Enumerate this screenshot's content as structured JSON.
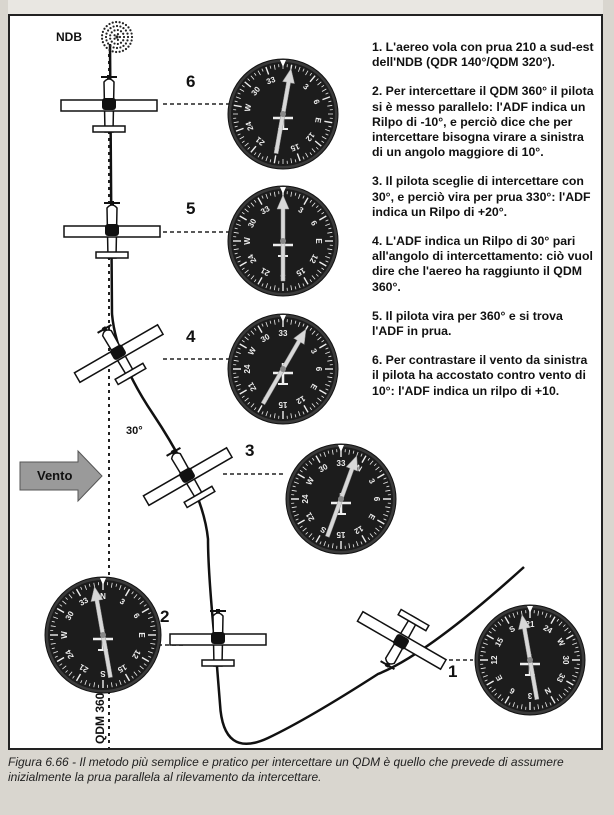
{
  "beacon_label": "NDB",
  "wind_label": "Vento",
  "angle_label": "30°",
  "track_label": "QDM 360°",
  "steps": [
    "1",
    "2",
    "3",
    "4",
    "5",
    "6"
  ],
  "notes": [
    "1. L'aereo vola con prua 210 a sud-est dell'NDB (QDR 140°/QDM 320°).",
    "2. Per intercettare il QDM 360° il pilota si è messo parallelo: l'ADF indica un Rilpo di -10°, e perciò dice che per intercettare bisogna virare a sinistra di un angolo maggiore di 10°.",
    "3. Il pilota sceglie di intercettare con 30°, e perciò vira per prua 330°: l'ADF indica un Rilpo di +20°.",
    "4. L'ADF indica un Rilpo di 30° pari all'angolo di intercettamento: ciò vuol dire che l'aereo ha raggiunto il QDM 360°.",
    "5. Il pilota vira per 360° e si trova l'ADF in prua.",
    "6. Per contrastare il vento da sinistra il pilota ha accostato contro vento di 10°: l'ADF indica un rilpo di +10."
  ],
  "caption": "Figura 6.66 - Il metodo più semplice e pratico per intercettare un QDM è quello che prevede di assumere inizialmente la prua parallela al rilevamento da intercettare.",
  "instrument_labels": [
    "N",
    "3",
    "6",
    "E",
    "12",
    "15",
    "S",
    "21",
    "24",
    "W",
    "30",
    "33"
  ],
  "adf_instruments": [
    {
      "step": "1",
      "heading": 210,
      "needle": -10
    },
    {
      "step": "2",
      "heading": 0,
      "needle": -10
    },
    {
      "step": "3",
      "heading": 330,
      "needle": 20
    },
    {
      "step": "4",
      "heading": 330,
      "needle": 30
    },
    {
      "step": "5",
      "heading": 0,
      "needle": 0
    },
    {
      "step": "6",
      "heading": 350,
      "needle": 10
    }
  ],
  "colors": {
    "dial": "#1c1c1c",
    "background": "#ffffff",
    "arrow": "#8a8a8a"
  }
}
